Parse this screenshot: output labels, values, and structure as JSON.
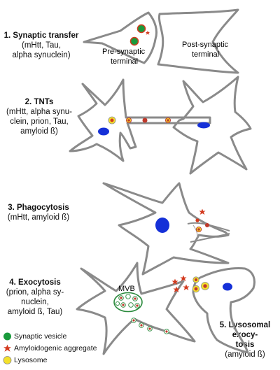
{
  "panels": [
    {
      "title": "1. Synaptic transfer",
      "detail": [
        "(mHtt, Tau,",
        "alpha synuclein)"
      ]
    },
    {
      "title": "2. TNTs",
      "detail": [
        "(mHtt, alpha synu-",
        "clein, prion, Tau,",
        "amyloid ß)"
      ]
    },
    {
      "title": "3. Phagocytosis",
      "detail": [
        "(mHtt, amyloid ß)"
      ]
    },
    {
      "title": "4. Exocytosis",
      "detail": [
        "(prion, alpha sy-",
        "nuclein,",
        "amyloid ß, Tau)"
      ]
    },
    {
      "title": "5. Lysosomal exocy-",
      "title2": "tosis",
      "detail": [
        "(amyloid ß)"
      ]
    }
  ],
  "synapse": {
    "pre_label_1": "Pre-synaptic",
    "pre_label_2": "terminal",
    "post_label_1": "Post-synaptic",
    "post_label_2": "terminal"
  },
  "mvb_label": "MVB",
  "legend": [
    {
      "label": "Synaptic vesicle",
      "color": "#1a9a3c",
      "icon": "green-circle"
    },
    {
      "label": "Amyloidogenic aggregate",
      "color": "#c0392b",
      "icon": "red-star"
    },
    {
      "label": "Lysosome",
      "color": "#f4e12a",
      "icon": "yellow-circle"
    }
  ],
  "colors": {
    "outline": "#8a8a8a",
    "nucleus": "#1530d8",
    "vesicle": "#1a9a3c",
    "aggregate": "#d33a1f",
    "lysosome": "#f4e12a"
  }
}
